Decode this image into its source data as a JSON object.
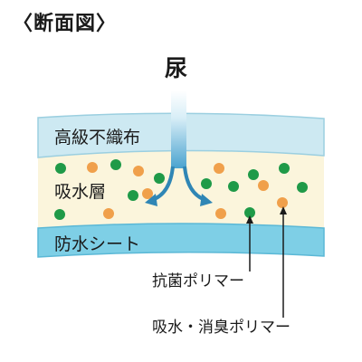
{
  "title": "〈断面図〉",
  "input": {
    "label": "尿"
  },
  "layers": [
    {
      "label": "高級不織布",
      "fill": "#cde9f2"
    },
    {
      "label": "吸水層",
      "fill": "#fbf5dc"
    },
    {
      "label": "防水シート",
      "fill": "#7ecfe6"
    }
  ],
  "polymers": [
    {
      "label": "抗菌ポリマー",
      "color": "#1f9a48"
    },
    {
      "label": "吸水・消臭ポリマー",
      "color": "#f0a04b"
    }
  ],
  "arrow_color": "#2f86b5"
}
